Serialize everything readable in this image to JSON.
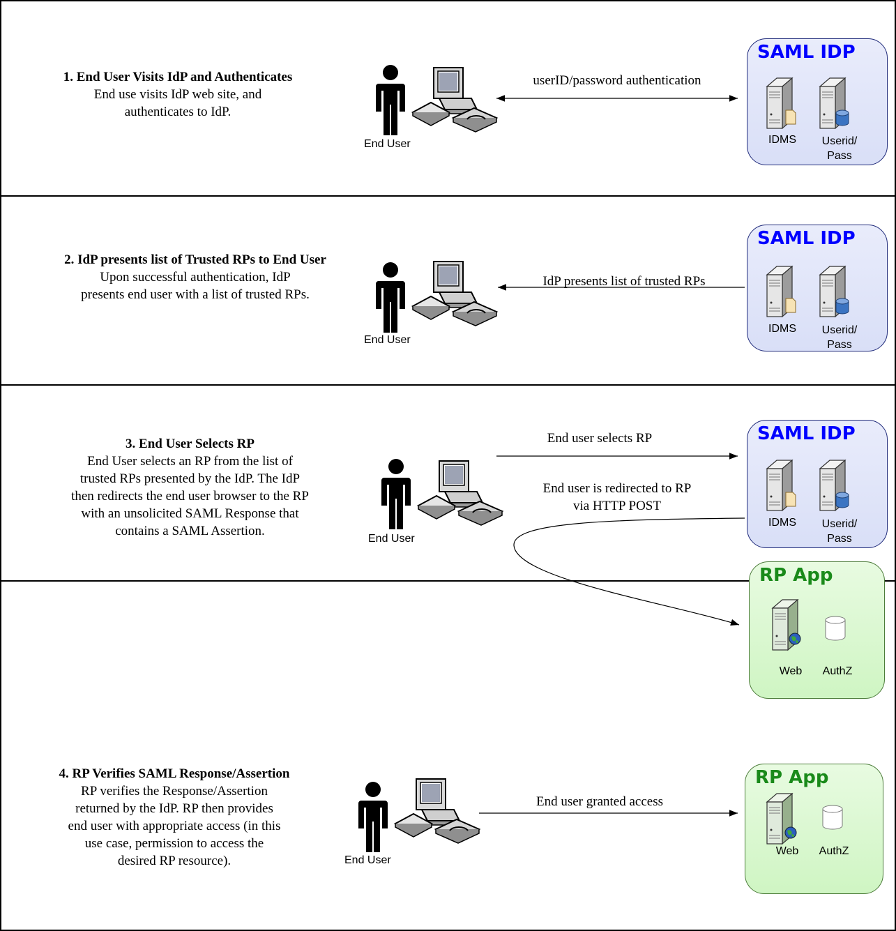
{
  "colors": {
    "idp_title": "#0000ff",
    "rp_title": "#1a8a1a",
    "idp_fill": "#e2e6fa",
    "rp_fill": "#d8f7cd"
  },
  "end_user_label": "End User",
  "idp_box": {
    "title": "SAML IDP",
    "server1": "IDMS",
    "server2_line1": "Userid/",
    "server2_line2": "Pass"
  },
  "rp_box": {
    "title": "RP App",
    "server1": "Web",
    "server2": "AuthZ"
  },
  "steps": [
    {
      "title": "1. End User Visits IdP and Authenticates",
      "body": "End use visits IdP web site, and\nauthenticates to IdP."
    },
    {
      "title": "2. IdP presents list of Trusted RPs to End User",
      "body": "Upon successful authentication, IdP\npresents end user with a list of trusted RPs."
    },
    {
      "title": "3. End User Selects RP",
      "body": "End User selects an RP from the list of\ntrusted RPs presented by the IdP.  The IdP\nthen redirects the end user browser to the RP\nwith an unsolicited SAML Response that\ncontains a SAML Assertion."
    },
    {
      "title": "4. RP Verifies SAML Response/Assertion",
      "body": "RP verifies the Response/Assertion\nreturned by the IdP.  RP then provides\nend user with appropriate access (in this\nuse case, permission to access the\ndesired RP resource)."
    }
  ],
  "messages": {
    "m1": "userID/password authentication",
    "m2": "IdP presents list of trusted RPs",
    "m3a": "End user selects RP",
    "m3b_line1": "End user is redirected to RP",
    "m3b_line2": "via HTTP POST",
    "m4": "End user granted access"
  }
}
